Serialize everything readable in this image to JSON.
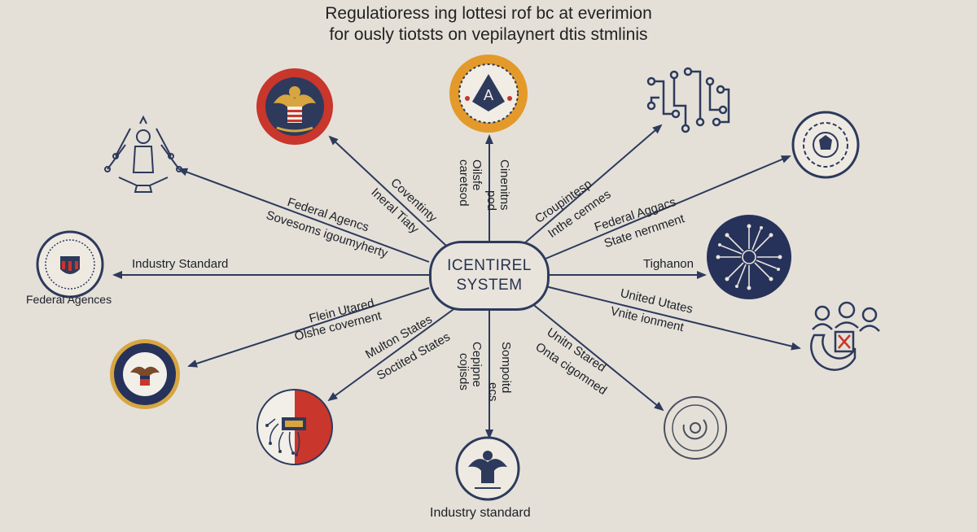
{
  "title": {
    "line1": "Regulatioress ing lottesi rof bc at everimion",
    "line2": "for ously tiotsts on vepilaynert dtis stmlinis"
  },
  "center": {
    "line1": "ICENTIREL",
    "line2": "SYSTEM"
  },
  "labels": {
    "federal_agencs_left": "Federal Agencs",
    "sovesoms": "Sovesoms igoumyherty",
    "coventinty": "Coventinty",
    "ineral_tiaty": "Ineral Tiaty",
    "oilsfe_line1": "Oilsfe",
    "oilsfe_line2": "caretsod",
    "cinenitns_line1": "Cinenitns",
    "cinenitns_line2": "pod",
    "croupintesp": "Croupintesp",
    "inthe_cemnes": "Inthe cemnes",
    "federal_aggacs": "Federal Aggacs",
    "state_nernment": "State nernment",
    "industry_standard_left": "Industry Standard",
    "tighanon": "Tighanon",
    "flein_utared": "Flein Utared",
    "olshe_covernent": "Olshe covernent",
    "united_utates": "United Utates",
    "vnite_ionment": "Vnite ionment",
    "multon_states": "Multon States",
    "soctited_states": "Soctited States",
    "cepipne_line1": "Cepipne",
    "cepipne_line2": "cojisds",
    "sompoitd_line1": "Sompoitd",
    "sompoitd_line2": "ecs",
    "unitn_stared": "Unitn Stared",
    "onta_cigomned": "Onta cigomned"
  },
  "captions": {
    "federal_agences": "Federal Agences",
    "industry_standard_bottom": "Industry standard"
  },
  "icons": [
    "federal-agency-seal-left",
    "eagle-seal-red",
    "a-emblem-seal-orange",
    "circuit-network-icon",
    "gear-seal-right",
    "hub-network-seal-navy",
    "people-magnet-icon",
    "standard-seal-outline",
    "eagle-seal-bottom",
    "circuit-brain-seal",
    "state-seal-navy",
    "federal-seal-badge",
    "tools-figure-icon"
  ],
  "colors": {
    "background": "#e4e0d8",
    "navy": "#2d3a5c",
    "red": "#c8362c",
    "orange": "#e39a2a",
    "dark_text": "#1c1f26"
  }
}
